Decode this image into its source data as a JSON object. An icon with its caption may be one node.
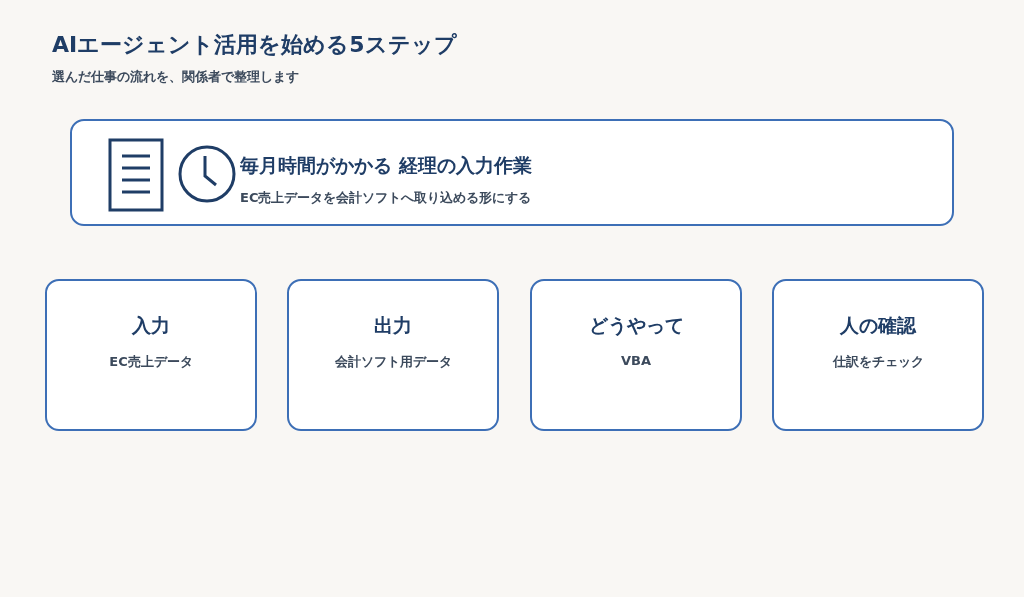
{
  "diagram": {
    "title": "AIエージェント活用を始める5ステップ",
    "labels": [
      "選んだ仕事の流れを、関係者で整理します"
    ],
    "nodes": [
      {
        "text": [
          "毎月時間がかかる 経理の入力作業",
          "EC売上データを会計ソフトへ取り込める形にする"
        ]
      },
      {
        "text": [
          "入力",
          "EC売上データ"
        ]
      },
      {
        "text": [
          "出力",
          "会計ソフト用データ"
        ]
      },
      {
        "text": [
          "どうやって",
          "VBA"
        ]
      },
      {
        "text": [
          "人の確認",
          "仕訳をチェック"
        ]
      }
    ]
  }
}
